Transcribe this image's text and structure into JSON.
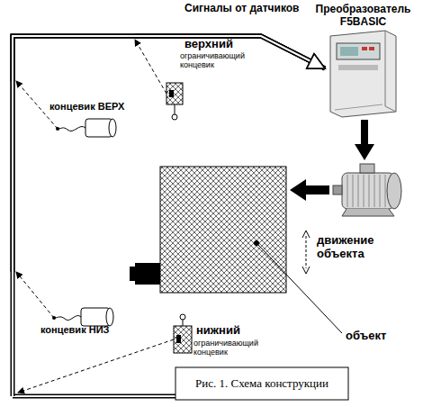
{
  "diagram": {
    "caption": "Рис. 1. Схема конструкции",
    "nodes": [
      {
        "text": [
          "Преобразователь F5BASIC"
        ]
      },
      {
        "text": [
          "верхний",
          "ограничивающий концевик"
        ]
      },
      {
        "text": [
          "концевик ВЕРХ"
        ]
      },
      {
        "text": [
          "концевик НИЗ"
        ]
      },
      {
        "text": [
          "нижний",
          "ограничивающий концевик"
        ]
      }
    ],
    "edges": [
      {
        "from": 1,
        "to": 0,
        "arrow": "to"
      },
      {
        "from": 2,
        "to": 0,
        "arrow": "to"
      },
      {
        "from": 3,
        "to": 0,
        "arrow": "to"
      },
      {
        "from": 4,
        "to": 0,
        "arrow": "to"
      }
    ],
    "labels": [
      "Сигналы от датчиков",
      "движение объекта",
      "объект"
    ]
  }
}
